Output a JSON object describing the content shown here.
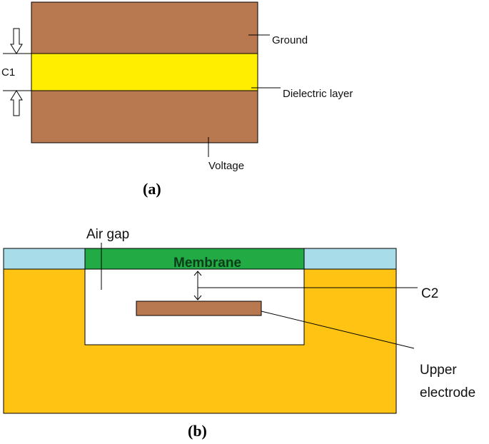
{
  "figure_a": {
    "caption": "(a)",
    "labels": {
      "c1": "C1",
      "ground": "Ground",
      "dielectric": "Dielectric layer",
      "voltage": "Voltage"
    }
  },
  "figure_b": {
    "caption": "(b)",
    "labels": {
      "air_gap": "Air gap",
      "membrane": "Membrane",
      "c2": "C2",
      "upper_electrode_line1": "Upper",
      "upper_electrode_line2": "electrode"
    }
  },
  "colors": {
    "electrode_brown": "#b87850",
    "dielectric_yellow": "#ffee00",
    "substrate_gold": "#ffc413",
    "membrane_green": "#22aa44",
    "passivation_blue": "#a8dce8",
    "air_gap_white": "#ffffff"
  }
}
